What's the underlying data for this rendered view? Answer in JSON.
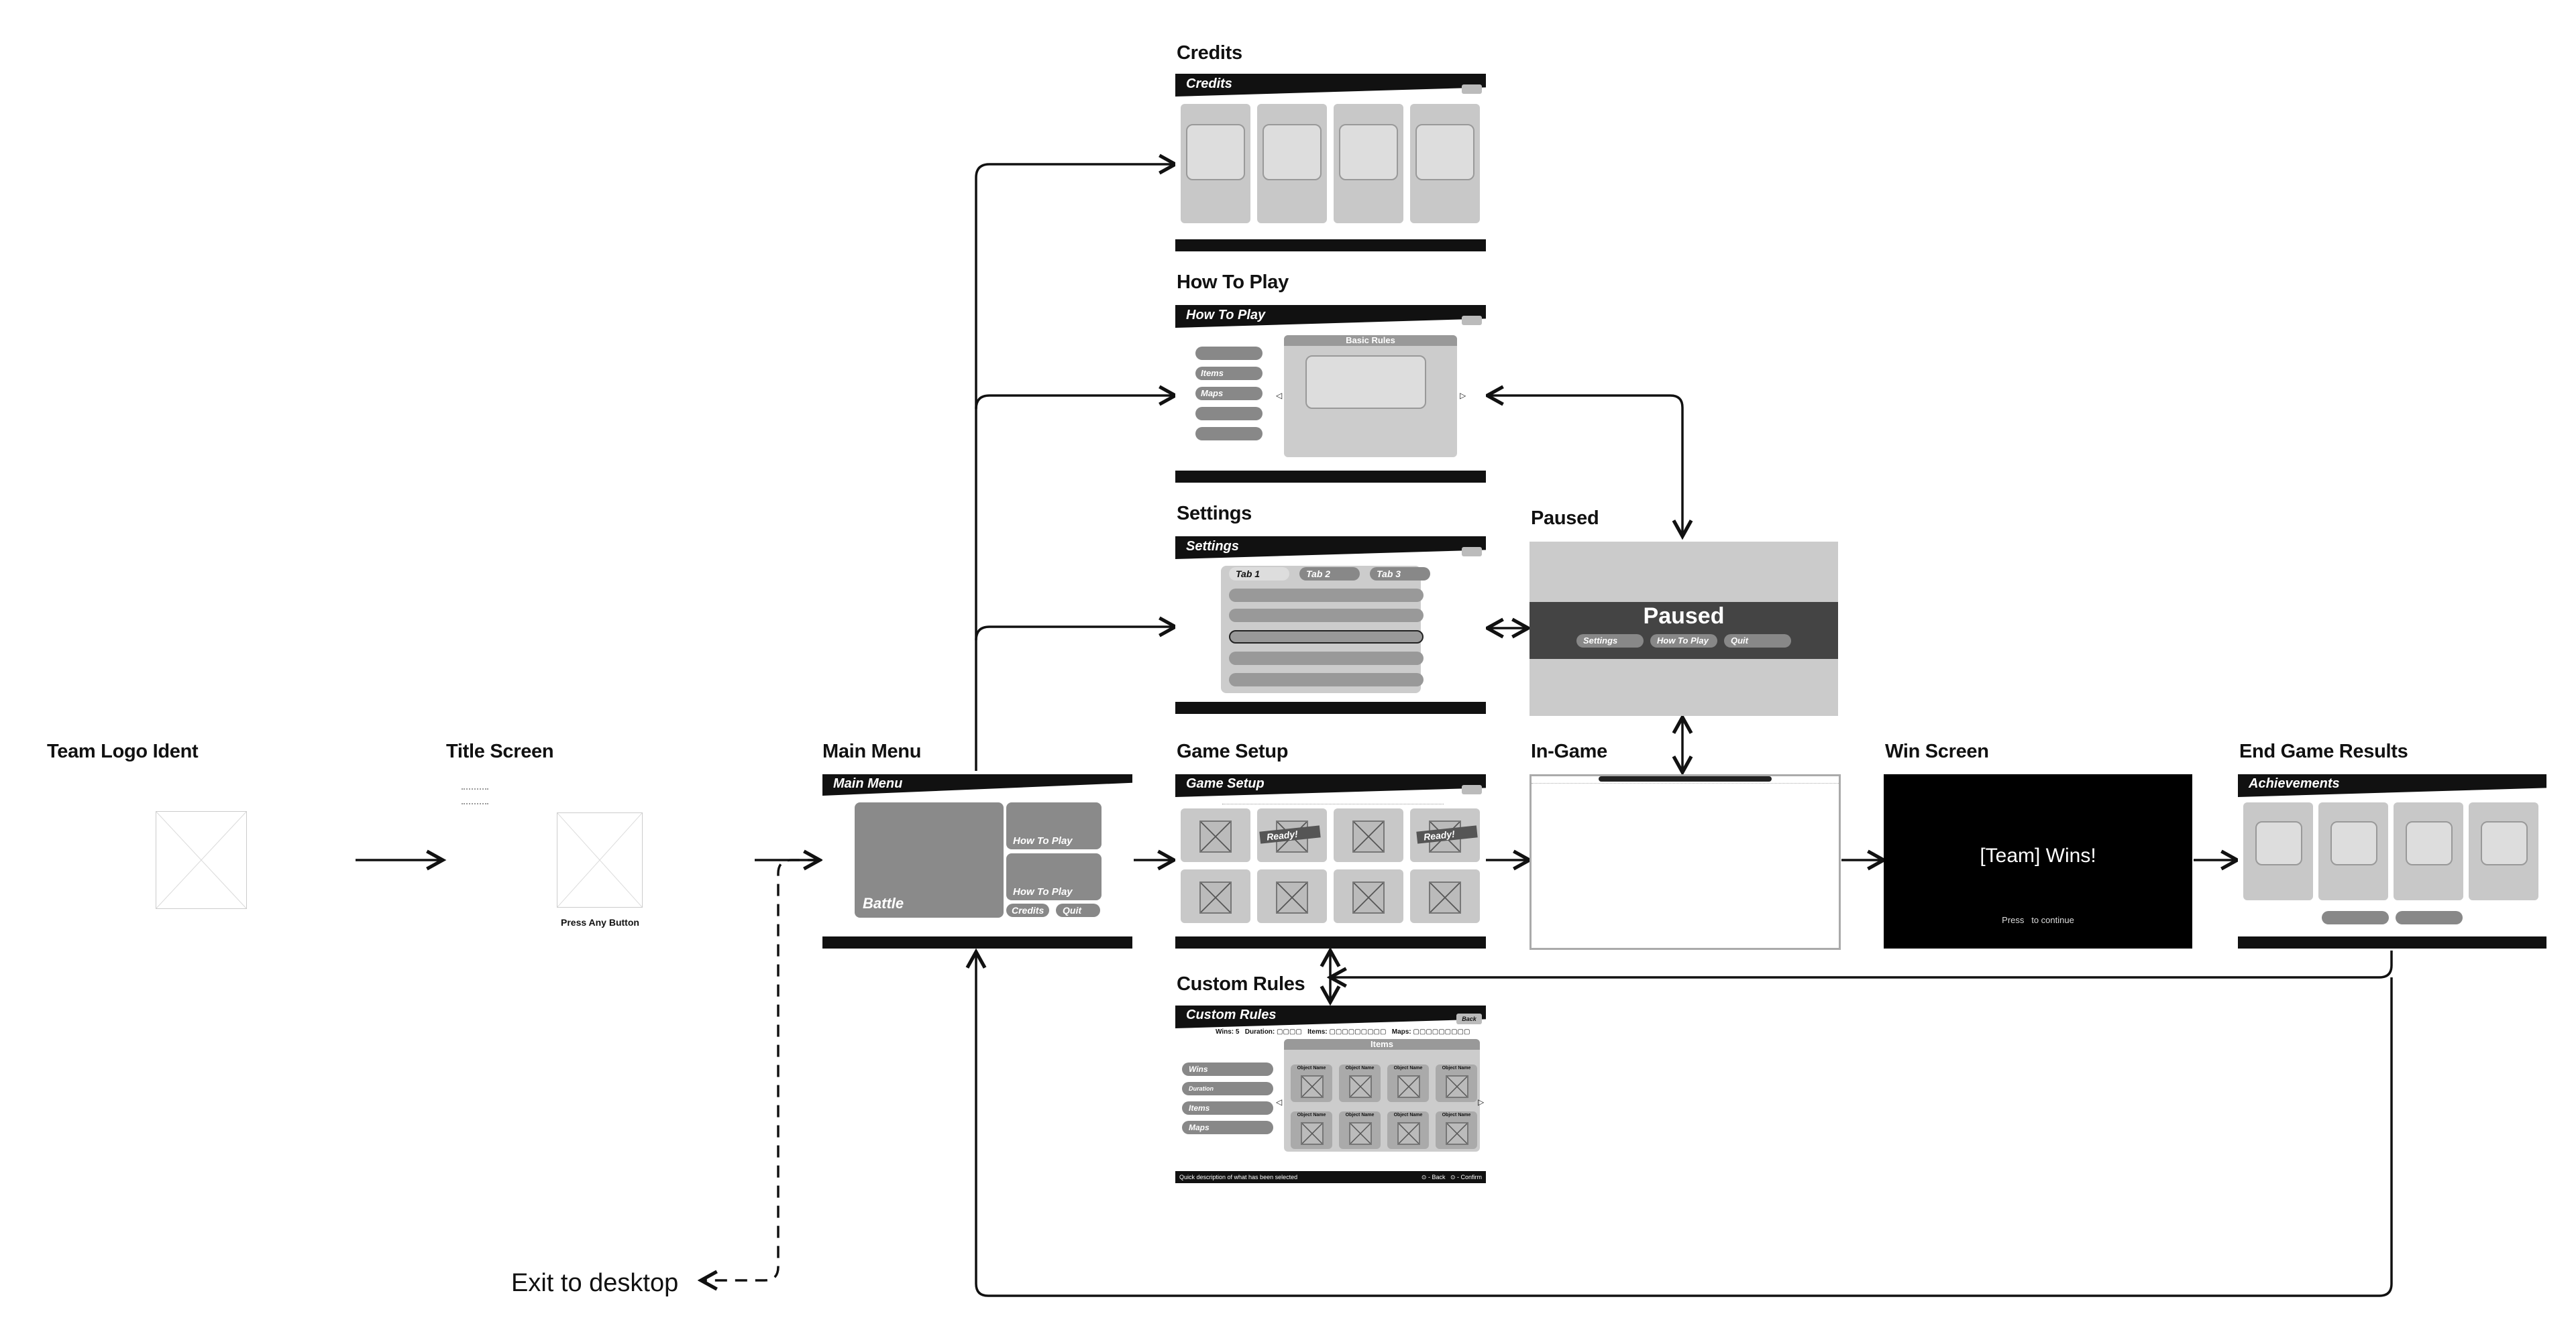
{
  "labels": {
    "team_logo": "Team Logo Ident",
    "title_screen": "Title Screen",
    "main_menu": "Main Menu",
    "credits": "Credits",
    "how_to_play": "How To Play",
    "settings": "Settings",
    "paused": "Paused",
    "game_setup": "Game Setup",
    "in_game": "In-Game",
    "win_screen": "Win Screen",
    "end_game": "End Game Results",
    "custom_rules": "Custom Rules",
    "exit": "Exit to desktop"
  },
  "title_screen": {
    "press": "Press Any Button"
  },
  "main_menu": {
    "header": "Main Menu",
    "battle": "Battle",
    "how_to_play_1": "How To Play",
    "how_to_play_2": "How To Play",
    "credits": "Credits",
    "quit": "Quit"
  },
  "credits": {
    "header": "Credits"
  },
  "how_to_play": {
    "header": "How To Play",
    "panel_title": "Basic Rules",
    "items": "Items",
    "maps": "Maps"
  },
  "settings": {
    "header": "Settings",
    "tab1": "Tab 1",
    "tab2": "Tab 2",
    "tab3": "Tab 3"
  },
  "paused": {
    "title": "Paused",
    "settings": "Settings",
    "how_to_play": "How To Play",
    "quit": "Quit"
  },
  "game_setup": {
    "header": "Game Setup",
    "ready_1": "Ready!",
    "ready_2": "Ready!"
  },
  "win_screen": {
    "title": "[Team] Wins!",
    "prompt": "Press   to continue"
  },
  "end_game": {
    "header": "Achievements"
  },
  "custom_rules": {
    "header": "Custom Rules",
    "back": "Back",
    "summary": "Wins: 5   Duration: ▢▢▢▢   Items: ▢▢▢▢▢▢▢▢▢   Maps: ▢▢▢▢▢▢▢▢▢",
    "panel_title": "Items",
    "wins": "Wins",
    "duration": "Duration",
    "items": "Items",
    "maps": "Maps",
    "object_name": "Object Name",
    "footer_left": "Quick description of what has been selected",
    "footer_right": "⊙ - Back   ⊙ - Confirm"
  }
}
